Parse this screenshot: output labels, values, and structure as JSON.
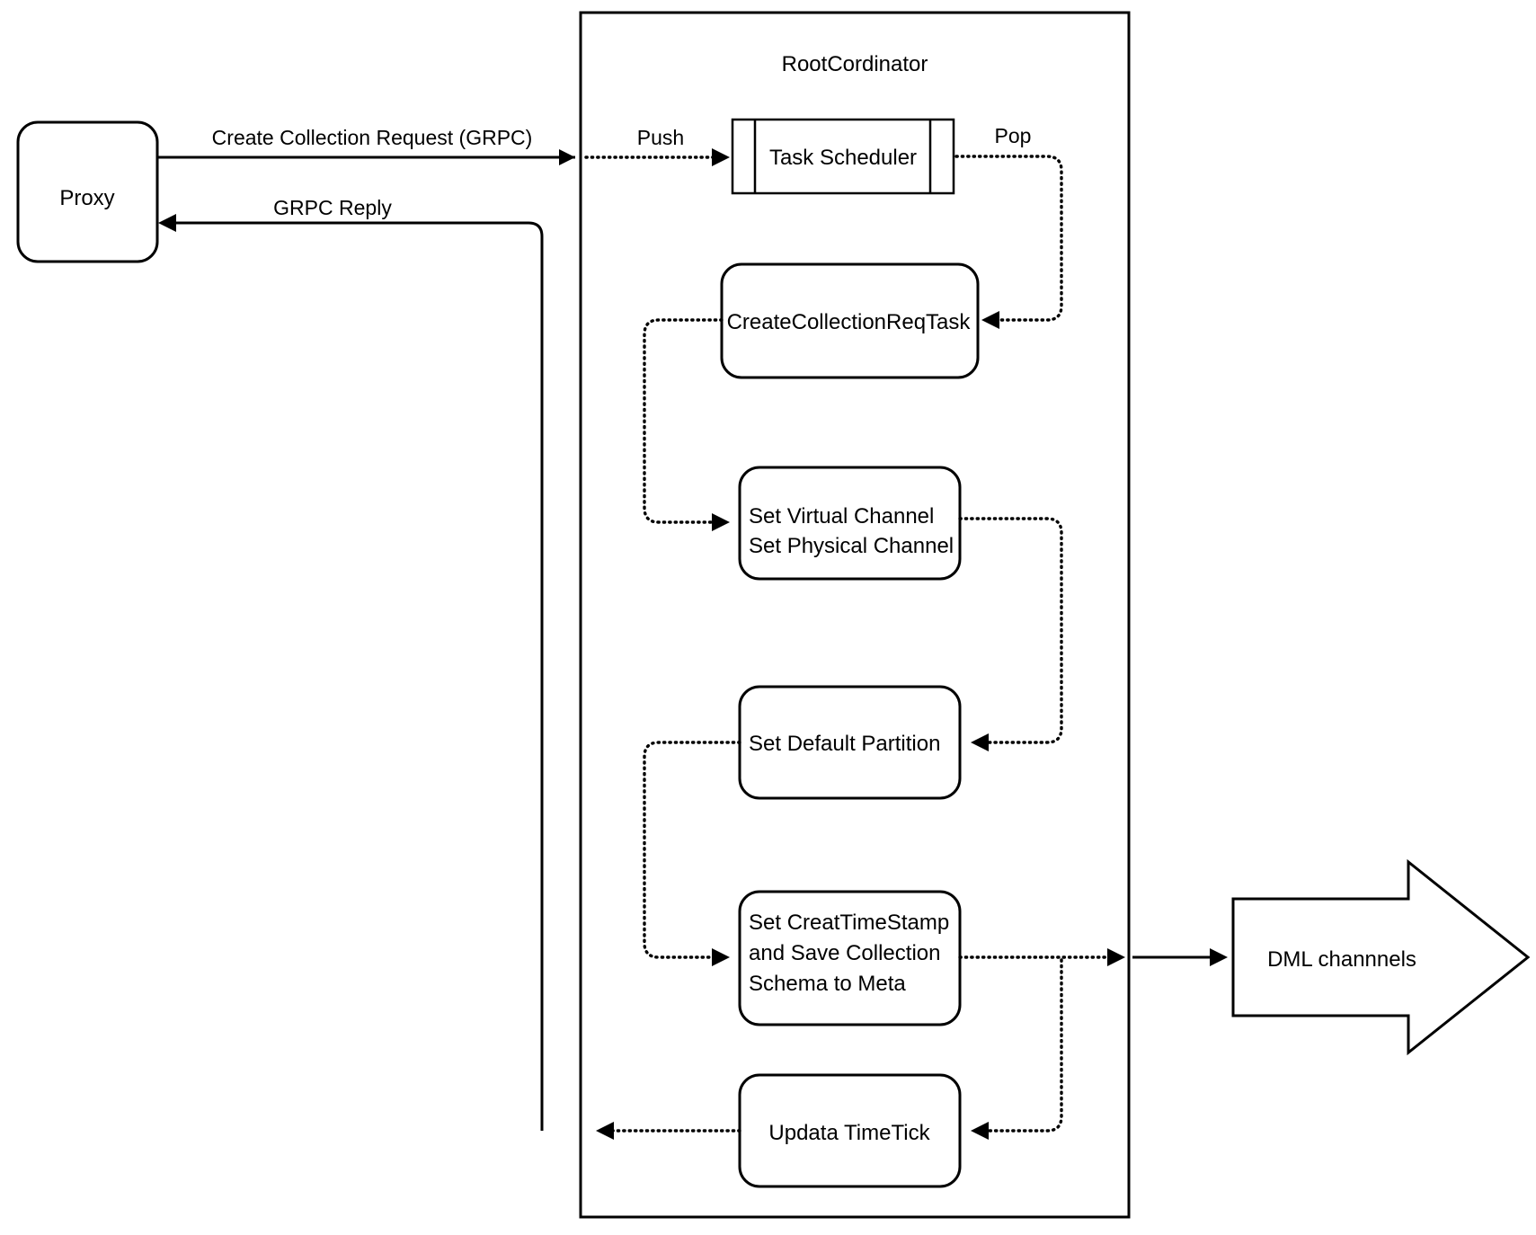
{
  "diagram": {
    "title_group": "RootCordinator",
    "nodes": {
      "proxy": "Proxy",
      "task_scheduler": "Task Scheduler",
      "create_collection_req_task": "CreateCollectionReqTask",
      "set_channels_line1": "Set Virtual Channel",
      "set_channels_line2": "Set Physical Channel",
      "set_default_partition": "Set Default Partition",
      "set_timestamp_line1": "Set CreatTimeStamp",
      "set_timestamp_line2": "and Save Collection",
      "set_timestamp_line3": "Schema to Meta",
      "updata_timetick": "Updata TimeTick",
      "dml_channels": "DML channnels"
    },
    "edges": {
      "create_collection_request": "Create Collection Request (GRPC)",
      "grpc_reply": "GRPC Reply",
      "push": "Push",
      "pop": "Pop"
    },
    "colors": {
      "stroke": "#000000",
      "fill": "#ffffff",
      "background": "#ffffff"
    }
  }
}
